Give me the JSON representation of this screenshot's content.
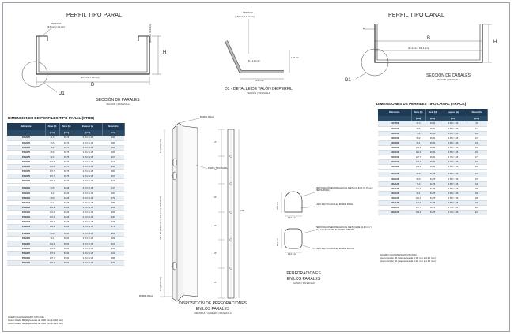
{
  "paral": {
    "title": "PERFIL TIPO PARAL",
    "pestana_label": "PESTAÑA",
    "pestana_dim": "(9,5 mm ± 1,5 mm)",
    "top_dim": "(41,3 mm ± 0,8 mm)",
    "h_dim": "(63,5 mm ± 0,8 mm)",
    "label_b": "B",
    "label_h": "H",
    "label_d1": "D1",
    "section_title": "SECCIÓN DE PARALES",
    "section_sub": "SECCIÓN | SIN ESCALA"
  },
  "detalle": {
    "espesor_label": "ESPESOR",
    "espesor_dim": "(0,50 mm ± 1,15 mm)",
    "radius": "R ≤ 1,26 mm",
    "side_dim": "1,56 mm",
    "bottom_dim": "0,635 mm",
    "title": "D1 - DETALLE DE TALÓN DE PERFIL",
    "sub": "SECCIÓN | SIN ESCALA"
  },
  "canal": {
    "title": "PERFIL TIPO CANAL",
    "top_dim": "(41,3 mm ± 152,4 mm)",
    "label_b": "B",
    "label_h": "H",
    "label_e": "e",
    "label_d1": "D1",
    "section_title": "SECCIÓN DE CANALES",
    "section_sub": "SECCIÓN | SIN ESCALA"
  },
  "stud": {
    "title": "DIMENSIONES DE PERFILES TIPO PARAL (STUD)",
    "headers": [
      "Referencia",
      "Alma (B)",
      "Aleta (H)",
      "Espesor (e)",
      "Desarrollo"
    ],
    "units": [
      "",
      "[mm]",
      "[mm]",
      "[mm]",
      "[mm]"
    ],
    "groups": [
      [
        [
          "P2b2125",
          "41.3",
          "31.75",
          "0.95 ± 1.15",
          "160"
        ],
        [
          "P2b3125",
          "63.5",
          "31.75",
          "0.95 ± 1.15",
          "185"
        ],
        [
          "P2b5125",
          "76.2",
          "31.75",
          "0.95 ± 1.15",
          "194"
        ],
        [
          "P3b6125",
          "88.9",
          "31.75",
          "0.95 ± 1.15",
          "206"
        ],
        [
          "P2b6125",
          "92.1",
          "31.75",
          "0.95 ± 1.15",
          "207"
        ],
        [
          "P3b8125",
          "101.6",
          "31.75",
          "0.90 ± 1.15",
          "214"
        ],
        [
          "P3b5125",
          "116.3",
          "31.75",
          "0.95 ± 1.15",
          "242"
        ],
        [
          "P4b5125",
          "127.7",
          "31.75",
          "0.79 ± 1.15",
          "250"
        ],
        [
          "P4b6125",
          "137.7",
          "31.75",
          "0.79 ± 1.15",
          "257"
        ],
        [
          "P6b6125",
          "152.4",
          "31.75",
          "0.95 ± 1.15",
          "273"
        ]
      ],
      [
        [
          "P2b8162",
          "63.5",
          "41.28",
          "0.95 ± 1.15",
          "147"
        ],
        [
          "P2b6162",
          "76.2",
          "41.28",
          "0.95 ± 1.15",
          "160"
        ],
        [
          "P3b8162",
          "88.9",
          "41.28",
          "0.95 ± 1.15",
          "179"
        ],
        [
          "P3b7162",
          "92.1",
          "41.28",
          "0.95 ± 1.15",
          "185"
        ],
        [
          "P3b6162",
          "101.6",
          "41.28",
          "0.95 ± 1.15",
          "194"
        ],
        [
          "P4b5162",
          "116.3",
          "41.28",
          "0.95 ± 1.15",
          "209"
        ],
        [
          "P4b6162",
          "127.0",
          "41.28",
          "0.79 ± 1.15",
          "230"
        ],
        [
          "P4b6167",
          "137.7",
          "41.28",
          "0.79 ± 1.15",
          "248"
        ],
        [
          "P6b6162",
          "152.4",
          "41.28",
          "0.79 ± 1.15",
          "271"
        ]
      ],
      [
        [
          "P4b6200",
          "88.9",
          "53.60",
          "0.95 ± 1.15",
          "204"
        ],
        [
          "P3b2200",
          "92.1",
          "53.60",
          "0.95 ± 1.15",
          "209"
        ],
        [
          "P4b6250",
          "101.6",
          "53.60",
          "0.95 ± 1.15",
          "219"
        ],
        [
          "P4b6255",
          "116.3",
          "53.60",
          "0.95 ± 1.15",
          "234"
        ],
        [
          "P6b6255",
          "127.0",
          "53.60",
          "0.95 ± 1.15",
          "241"
        ],
        [
          "P5b5200",
          "137.7",
          "53.60",
          "0.95 ± 1.15",
          "258"
        ],
        [
          "P6b6200",
          "152.4",
          "53.60",
          "0.95 ± 1.15",
          "275"
        ]
      ]
    ],
    "notes": [
      "ACERO GALVANIZADO NTC4011",
      "Acero Grado 80 (Espesores de 0,30 mm a 0,40 mm)",
      "Acero Grado 50 (Espesores de 0,40 mm a 1,15 mm)"
    ]
  },
  "track": {
    "title": "DIMENSIONES DE PERFILES TIPO CANAL (TRACK)",
    "headers": [
      "Referencia",
      "Alma (B)",
      "Aleta (H)",
      "Espesor (e)",
      "Desarrollo"
    ],
    "units": [
      "",
      "[mm]",
      "[mm]",
      "[mm]",
      "[mm]"
    ],
    "groups": [
      [
        [
          "C1b7500",
          "41.3",
          "25.40",
          "0.95 ± 1.15",
          "93"
        ],
        [
          "C2b5100",
          "63.5",
          "25.40",
          "0.95 ± 1.15",
          "114"
        ],
        [
          "C3b5100",
          "76.2",
          "25.40",
          "0.95 ± 1.15",
          "124"
        ],
        [
          "C3b6100",
          "88.9",
          "25.40",
          "0.95 ± 1.15",
          "137"
        ],
        [
          "C3b5300",
          "92.1",
          "25.40",
          "0.95 ± 1.15",
          "145"
        ],
        [
          "C4b6100",
          "101.6",
          "25.40",
          "0.95 ± 1.15",
          "154"
        ],
        [
          "C4b5100",
          "116.3",
          "25.40",
          "0.95 ± 1.15",
          "163"
        ],
        [
          "C5b5100",
          "127.7",
          "25.40",
          "0.79 ± 1.15",
          "177"
        ],
        [
          "C6b6100",
          "137.7",
          "25.40",
          "0.79 ± 1.15",
          "192"
        ],
        [
          "C6b6400",
          "152.4",
          "25.40",
          "0.95 ± 1.15",
          "206"
        ]
      ],
      [
        [
          "C2b6125",
          "63.5",
          "31.75",
          "0.95 ± 1.15",
          "127"
        ],
        [
          "C3b6125",
          "88.9",
          "31.75",
          "0.95 ± 1.15",
          "157"
        ],
        [
          "C3b2125",
          "76.2",
          "31.75",
          "0.95 ± 1.15",
          "145"
        ],
        [
          "C4b6125",
          "101.6",
          "31.75",
          "0.95 ± 1.15",
          "165"
        ],
        [
          "C4b5125",
          "92.1",
          "31.75",
          "0.95 ± 1.15",
          "160"
        ],
        [
          "C4b6125",
          "116.3",
          "31.75",
          "0.95 ± 1.15",
          "180"
        ],
        [
          "C5b6125",
          "127.0",
          "31.75",
          "0.95 ± 1.15",
          "190"
        ],
        [
          "C6b6125",
          "137.7",
          "31.75",
          "0.79 ± 1.15",
          "202"
        ],
        [
          "C6b6125",
          "152.4",
          "31.75",
          "0.79 ± 1.15",
          "212"
        ]
      ]
    ],
    "notes": [
      "ACERO GALVANIZADO NTC4011",
      "Acero Grado 80 (Espesores de 0,30 mm a 0,40 mm)",
      "Acero Grado 50 (Espesores de 0,40 mm a 1,15 mm)"
    ]
  },
  "disposicion": {
    "borde_final_top": "BORDE FINAL",
    "perfil_label": "PERFIL TIPO PARAL",
    "borde_final_bottom": "BORDE FINAL",
    "dim_top": "12\" (304,8 mm)",
    "dim_mid": "24\" ó 48\" (609,6 mm ó 1219,2 mm) ESTANDAR",
    "dim_bottom": "12\" (304,8 mm)",
    "title_line1": "DISPOSICIÓN DE PERFORACIONES",
    "title_line2": "EN LOS PARALES",
    "sub": "SIMÉTRICA Y ALINEADO | SIN ESCALA",
    "side_dims": [
      "12\"",
      "24\"",
      "24\"",
      "24\"",
      "24\"",
      "12\""
    ],
    "total_dim": "240\""
  },
  "perforaciones": {
    "note1": "PERFORACIÓN EN PARALES DE ALETA (41,30 O 31,75 mm) PERFIL PARAL",
    "note2": "LADO RECTO HACIA EL BORDE PARAL",
    "note3": "PERFORACIÓN EN PARALES DE ALETA (H DE 41,30 mm Y 92,8 mm) EXCEPTO EL PERFIL P3B5162",
    "note4": "LADO RECTO HACIA EL BORDE MAYOR",
    "dim1": "38,1 mm",
    "dim1b": "19,0 mm",
    "dim2": "63,5 mm",
    "dim2b": "19,0 mm",
    "title_line1": "PERFORACIONES",
    "title_line2": "EN LOS PARALES",
    "sub": "ALZADO | SIN ESCALA"
  }
}
